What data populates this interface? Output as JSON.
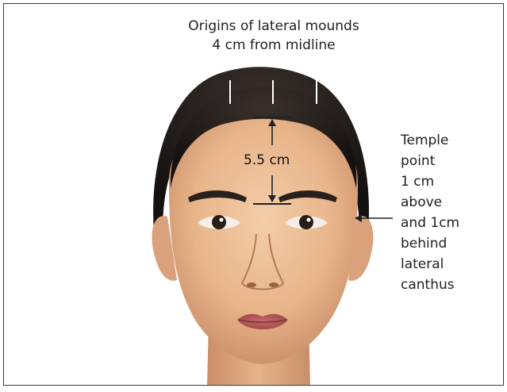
{
  "figure": {
    "top_caption_lines": [
      "Origins of lateral mounds",
      "4 cm from midline"
    ],
    "distance_label": "5.5 cm",
    "temple_note_lines": [
      "Temple",
      "point",
      "1 cm",
      "above",
      "and 1cm",
      "behind",
      "lateral",
      "canthus"
    ]
  },
  "colors": {
    "border": "#3a3a3a",
    "hair": "#1a1614",
    "skin": "#e9b98f",
    "skin_shadow": "#c98e68",
    "lips": "#b35a5a",
    "marker_lines": "#ffffff",
    "measure_lines": "#222222"
  },
  "icons": {
    "vertical_measure": "double-headed-arrow",
    "temple_pointer": "left-arrow"
  }
}
